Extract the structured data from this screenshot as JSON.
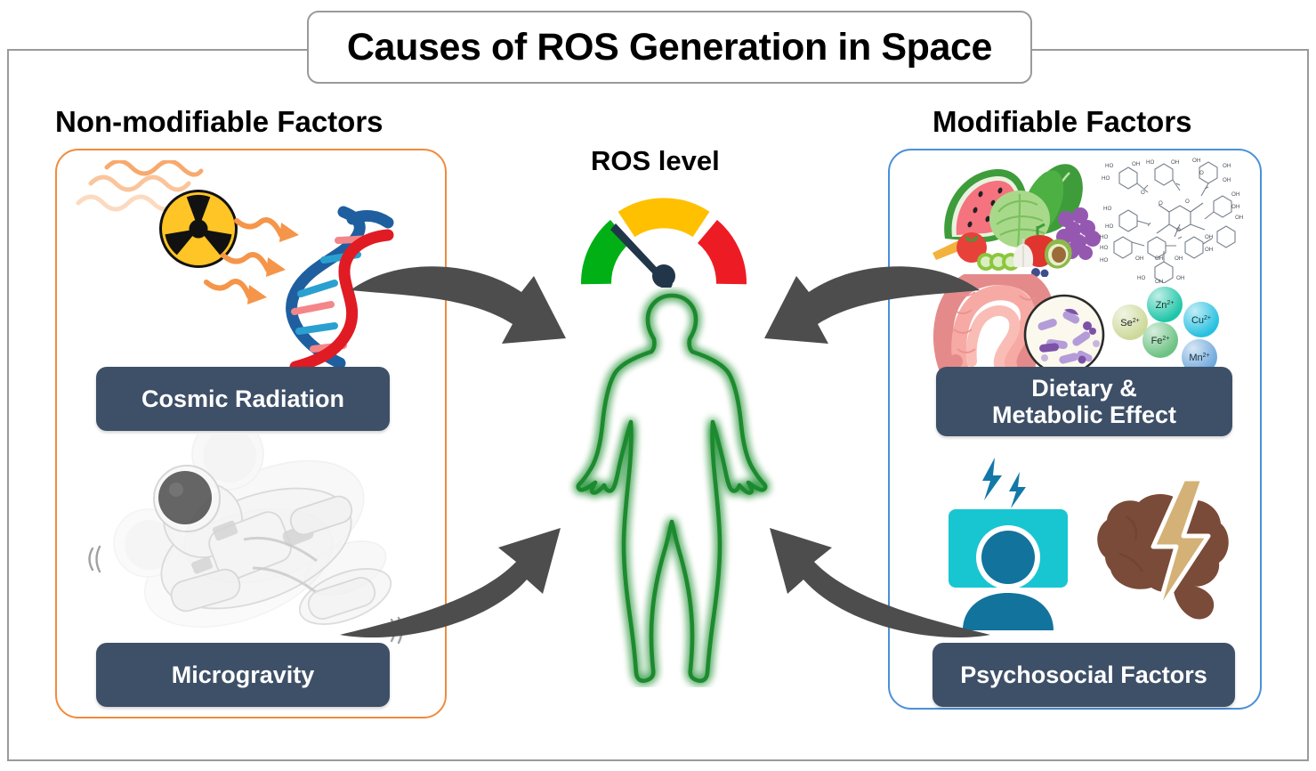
{
  "figure": {
    "title": "Causes of ROS Generation in Space",
    "type": "scientific-concept-diagram"
  },
  "panels": {
    "left": {
      "header": "Non-modifiable Factors",
      "border_color": "#f08b3d",
      "items": [
        {
          "label": "Cosmic Radiation",
          "icon": "radiation-dna-icon",
          "icon_parts": [
            "radiation-trefoil-icon",
            "radiation-ray-arrows-icon",
            "dna-double-helix-icon"
          ]
        },
        {
          "label": "Microgravity",
          "icon": "floating-astronaut-icon",
          "icon_parts": [
            "astronaut-suit-icon",
            "motion-blur-ghost-icon"
          ]
        }
      ]
    },
    "right": {
      "header": "Modifiable Factors",
      "border_color": "#4a90d9",
      "items": [
        {
          "label_lines": [
            "Dietary &",
            "Metabolic Effect"
          ],
          "icon": "diet-metabolism-icon",
          "icon_parts": [
            "fruits-vegetables-icon",
            "polyphenol-molecule-icon",
            "intestine-microbiome-icon",
            "mineral-ions-icon"
          ]
        },
        {
          "label_lines": [
            "Psychosocial Factors"
          ],
          "icon": "psychosocial-icon",
          "icon_parts": [
            "stressed-person-icon",
            "brain-lightning-icon"
          ]
        }
      ]
    }
  },
  "gauge": {
    "label": "ROS level",
    "zones": [
      {
        "name": "low",
        "color": "#00b015"
      },
      {
        "name": "medium",
        "color": "#ffc000"
      },
      {
        "name": "high",
        "color": "#ed1c24"
      }
    ],
    "needle_color": "#22364a",
    "needle_zone": "low"
  },
  "center": {
    "name": "human-body-silhouette",
    "outline_color": "#1b8a2e",
    "glow_color": "#7fe08f"
  },
  "arrows": {
    "color": "#4d4d4d",
    "items": [
      {
        "name": "arrow-cosmic-radiation-to-body",
        "from": "Cosmic Radiation",
        "to": "human-body"
      },
      {
        "name": "arrow-dietary-to-body",
        "from": "Dietary & Metabolic Effect",
        "to": "human-body"
      },
      {
        "name": "arrow-microgravity-to-body",
        "from": "Microgravity",
        "to": "human-body"
      },
      {
        "name": "arrow-psychosocial-to-body",
        "from": "Psychosocial Factors",
        "to": "human-body"
      }
    ]
  },
  "mineral_ions": [
    {
      "label": "Se",
      "charge": "2+",
      "color": "#cdd99a"
    },
    {
      "label": "Zn",
      "charge": "2+",
      "color": "#1fc5a8"
    },
    {
      "label": "Cu",
      "charge": "2+",
      "color": "#27c0e0"
    },
    {
      "label": "Fe",
      "charge": "2+",
      "color": "#6cc283"
    },
    {
      "label": "Mn",
      "charge": "2+",
      "color": "#6fa8dc"
    }
  ],
  "molecule": {
    "name": "polyphenol-tannic-acid-structure",
    "group_labels": [
      "OH",
      "HO",
      "O"
    ]
  },
  "colors": {
    "pill_background": "#3e5068",
    "pill_text": "#ffffff",
    "frame_border": "#9a9a9a",
    "title_text": "#000000",
    "background": "#ffffff"
  }
}
